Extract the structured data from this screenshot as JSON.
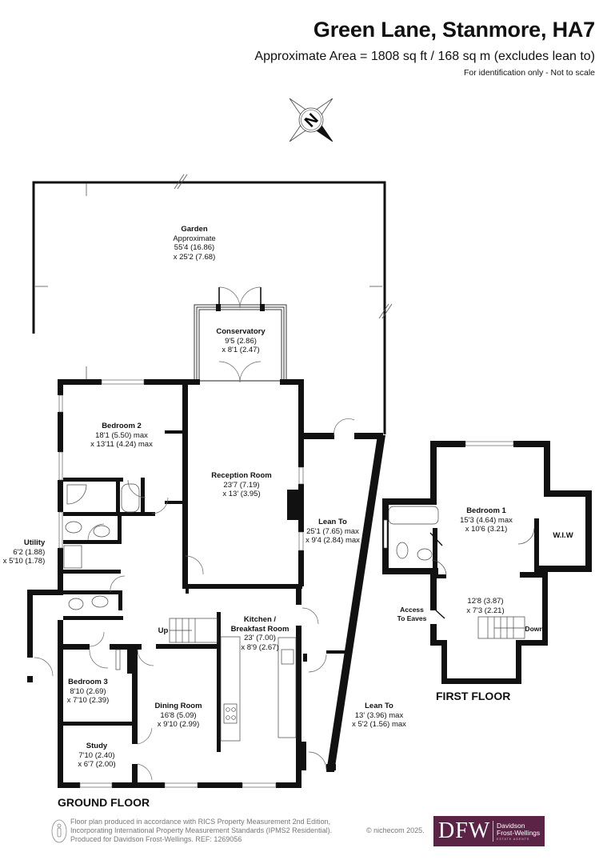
{
  "header": {
    "title": "Green Lane, Stanmore, HA7",
    "area": "Approximate Area = 1808 sq ft / 168 sq m (excludes lean to)",
    "disclaimer": "For identification only - Not to scale"
  },
  "compass": {
    "icon": "north-compass-icon",
    "letter": "N"
  },
  "ground_floor": {
    "label": "GROUND FLOOR",
    "rooms": [
      {
        "id": "garden",
        "name": "Garden",
        "lines": [
          "Approximate",
          "55'4 (16.86)",
          "x 25'2 (7.68)"
        ]
      },
      {
        "id": "conservatory",
        "name": "Conservatory",
        "lines": [
          "9'5 (2.86)",
          "x 8'1 (2.47)"
        ]
      },
      {
        "id": "bedroom-2",
        "name": "Bedroom 2",
        "lines": [
          "18'1 (5.50) max",
          "x 13'11 (4.24) max"
        ]
      },
      {
        "id": "reception-room",
        "name": "Reception Room",
        "lines": [
          "23'7 (7.19)",
          "x 13' (3.95)"
        ]
      },
      {
        "id": "lean-to-1",
        "name": "Lean To",
        "lines": [
          "25'1 (7.65) max",
          "x 9'4 (2.84) max"
        ]
      },
      {
        "id": "utility",
        "name": "Utility",
        "lines": [
          "6'2 (1.88)",
          "x 5'10 (1.78)"
        ]
      },
      {
        "id": "kitchen",
        "name": "Kitchen /",
        "name2": "Breakfast Room",
        "lines": [
          "23' (7.00)",
          "x 8'9 (2.67)"
        ]
      },
      {
        "id": "bedroom-3",
        "name": "Bedroom 3",
        "lines": [
          "8'10 (2.69)",
          "x 7'10 (2.39)"
        ]
      },
      {
        "id": "dining-room",
        "name": "Dining Room",
        "lines": [
          "16'8 (5.09)",
          "x 9'10 (2.99)"
        ]
      },
      {
        "id": "study",
        "name": "Study",
        "lines": [
          "7'10 (2.40)",
          "x 6'7 (2.00)"
        ]
      },
      {
        "id": "lean-to-2",
        "name": "Lean To",
        "lines": [
          "13' (3.96) max",
          "x 5'2 (1.56) max"
        ]
      }
    ],
    "stairs_label": "Up"
  },
  "first_floor": {
    "label": "FIRST FLOOR",
    "rooms": [
      {
        "id": "bedroom-1",
        "name": "Bedroom 1",
        "lines": [
          "15'3 (4.64) max",
          "x 10'6 (3.21)"
        ]
      },
      {
        "id": "wiw",
        "name": "W.I.W",
        "lines": []
      },
      {
        "id": "landing",
        "name": "",
        "lines": [
          "12'8 (3.87)",
          "x 7'3 (2.21)"
        ]
      }
    ],
    "eaves_label": [
      "Access",
      "To Eaves"
    ],
    "stairs_label": "Down"
  },
  "footer": {
    "lines": [
      "Floor plan produced in accordance with RICS Property Measurement 2nd Edition,",
      "Incorporating International Property Measurement Standards (IPMS2 Residential).",
      "Produced for Davidson Frost-Wellings.   REF: 1269056"
    ],
    "copyright": "© nichecom 2025."
  },
  "logo": {
    "monogram": "DFW",
    "name1": "Davidson",
    "name2": "Frost-Wellings",
    "tagline": "ESTATE AGENTS",
    "color": "#5b2345"
  },
  "colors": {
    "wall": "#111111",
    "line": "#555555",
    "text": "#111111",
    "footer_text": "#777777"
  }
}
